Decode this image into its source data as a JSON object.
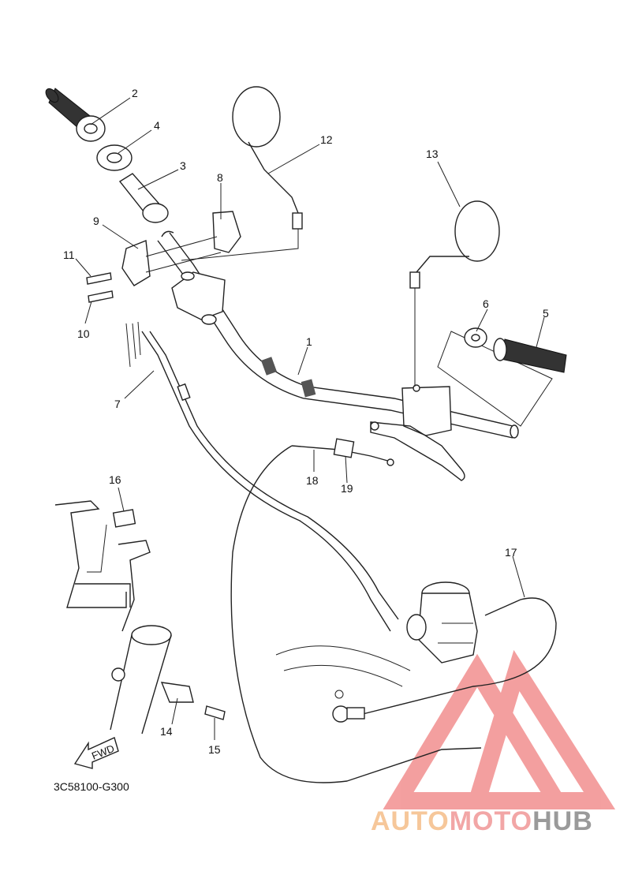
{
  "diagram": {
    "reference_code": "3C58100-G300",
    "fwd_label": "FWD",
    "callouts": [
      "1",
      "2",
      "3",
      "4",
      "5",
      "6",
      "7",
      "8",
      "9",
      "10",
      "11",
      "12",
      "13",
      "14",
      "15",
      "16",
      "17",
      "18",
      "19"
    ]
  },
  "watermark": {
    "part1": "AUTO",
    "part2": "MOTO",
    "part3": "HUB",
    "colors": {
      "auto": "#f6c79a",
      "moto": "#f2a6a6",
      "hub": "#9a9a9a",
      "logo": "#f08080"
    }
  }
}
